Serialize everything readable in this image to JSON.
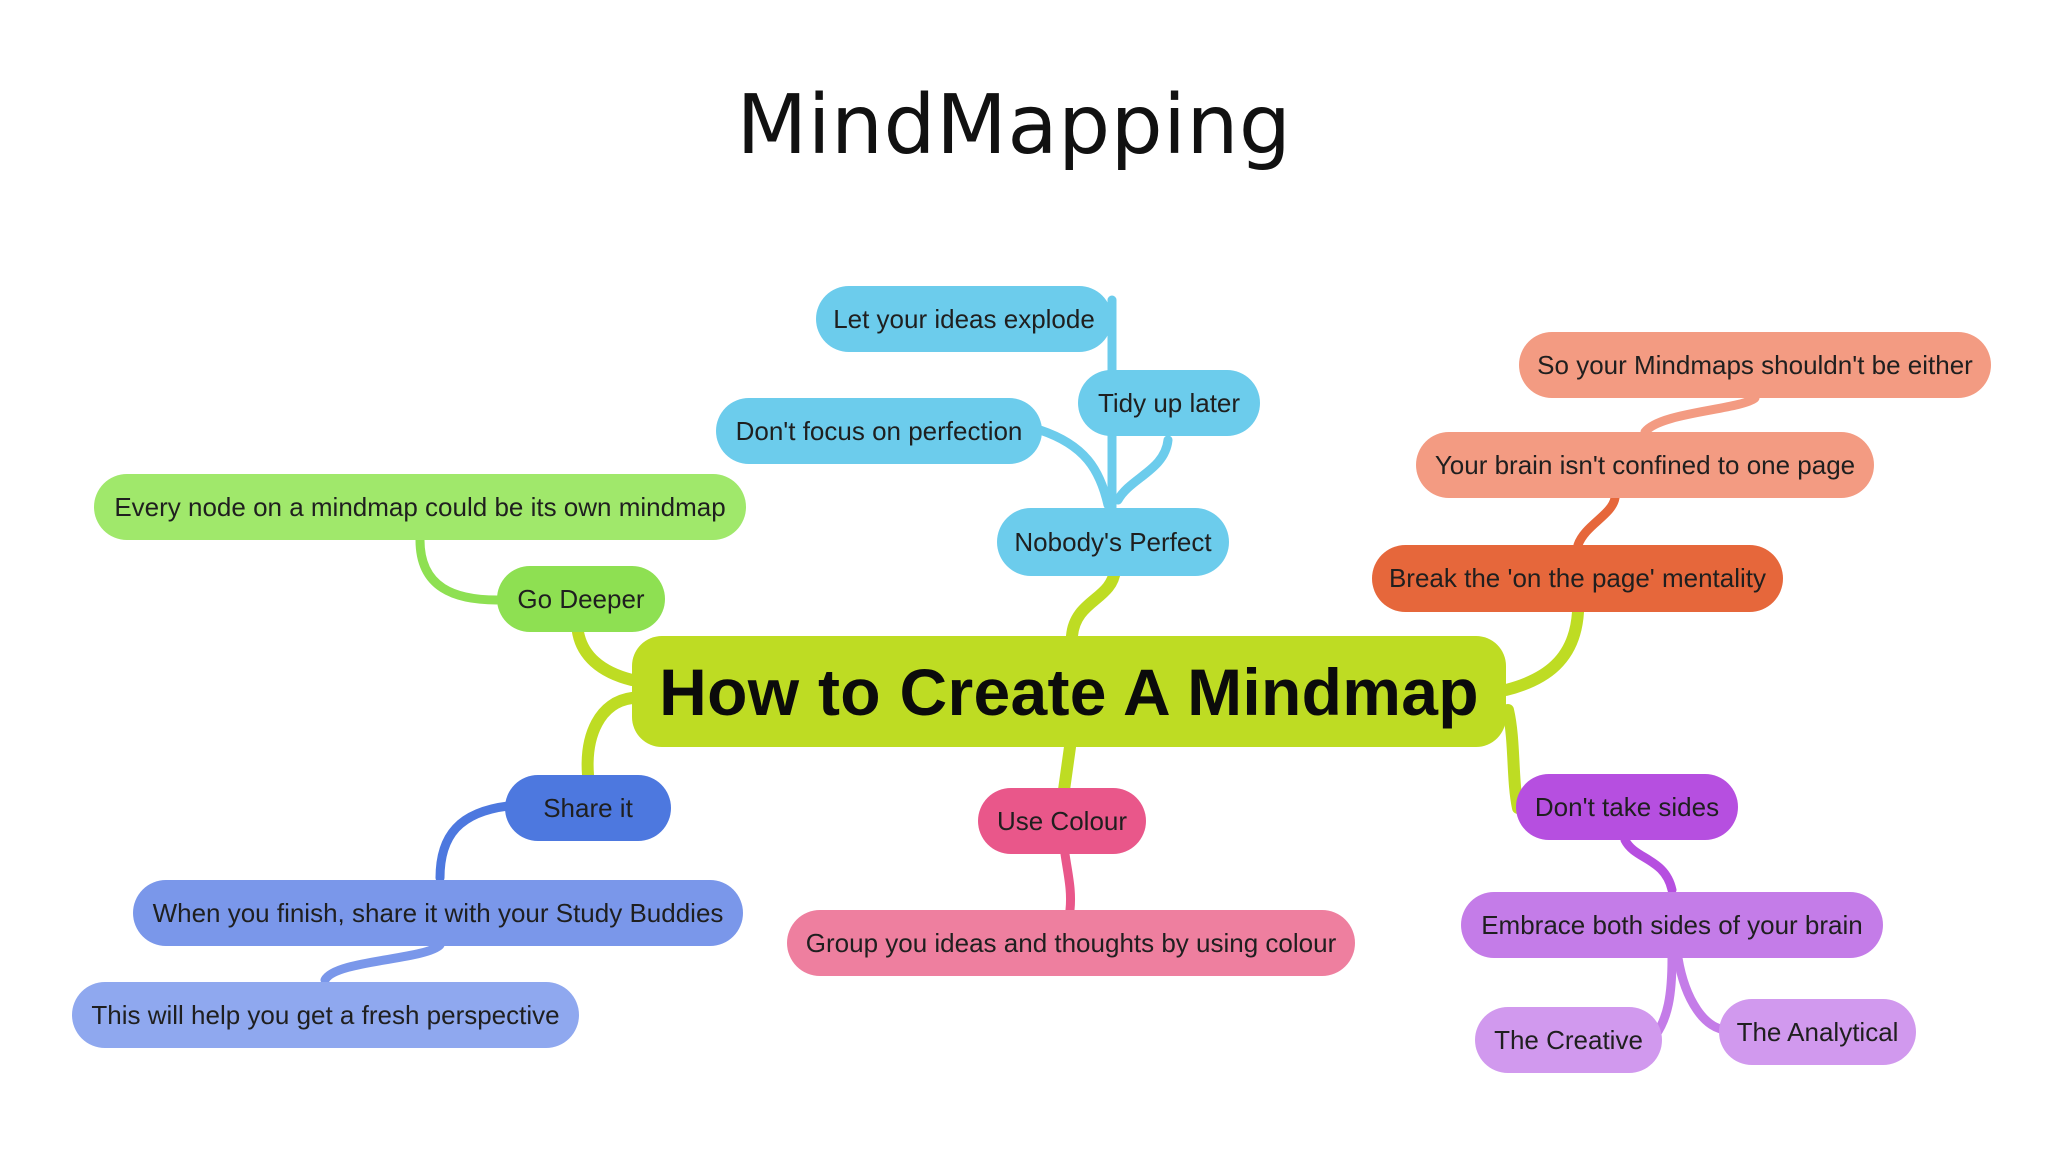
{
  "slide": {
    "title": "MindMapping"
  },
  "mindmap": {
    "central": "How to Create A Mindmap",
    "nodes": {
      "nobodys_perfect": "Nobody's Perfect",
      "let_ideas_explode": "Let your ideas explode",
      "tidy_up_later": "Tidy up later",
      "dont_focus_perfection": "Don't focus on perfection",
      "break_mentality": "Break the 'on the page' mentality",
      "brain_not_confined": "Your brain isn't confined to one page",
      "mindmaps_shouldnt": "So your Mindmaps shouldn't be either",
      "go_deeper": "Go Deeper",
      "every_node": "Every node on a mindmap could be its own mindmap",
      "share_it": "Share it",
      "share_with_buddies": "When you finish, share it with your Study Buddies",
      "fresh_perspective": "This will help you get a fresh perspective",
      "use_colour": "Use Colour",
      "group_ideas": "Group you ideas and thoughts by using colour",
      "dont_take_sides": "Don't take sides",
      "embrace_both_sides": "Embrace both sides of your brain",
      "the_creative": "The Creative",
      "the_analytical": "The Analytical"
    },
    "colors": {
      "central": "#bedc23",
      "perfection_branch": "#6cccec",
      "page_branch": [
        "#e6673b",
        "#f39b82"
      ],
      "deeper_branch": "#8ee052",
      "share_branch": [
        "#4d78df",
        "#7a97ea",
        "#8fa8ef"
      ],
      "colour_branch": [
        "#e9578a",
        "#ee7f9f"
      ],
      "sides_branch": [
        "#b64fe0",
        "#c47ce8",
        "#d199ee"
      ]
    }
  }
}
